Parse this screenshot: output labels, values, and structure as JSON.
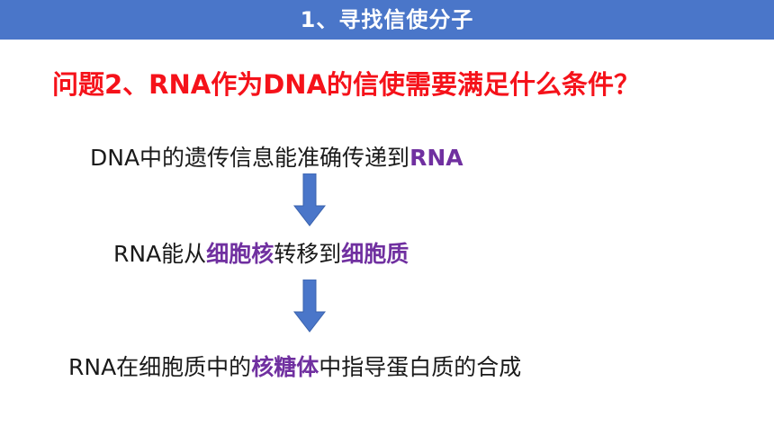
{
  "header": {
    "title": "1、寻找信使分子"
  },
  "question": {
    "text": "问题2、RNA作为DNA的信使需要满足什么条件？"
  },
  "steps": [
    {
      "pre": "DNA中的遗传信息能准确传递到",
      "hl1": "RNA",
      "mid": "",
      "hl2": "",
      "post": ""
    },
    {
      "pre": "RNA能从",
      "hl1": "细胞核",
      "mid": "转移到",
      "hl2": "细胞质",
      "post": ""
    },
    {
      "pre": "RNA在细胞质中的",
      "hl1": "核糖体",
      "mid": "中指导蛋白质的合成",
      "hl2": "",
      "post": ""
    }
  ],
  "colors": {
    "header_bg": "#4a76c9",
    "question": "#f5121a",
    "highlight": "#7030a0",
    "arrow": "#4a76c9"
  },
  "icons": {
    "flow_arrow": "arrow-down-icon"
  }
}
